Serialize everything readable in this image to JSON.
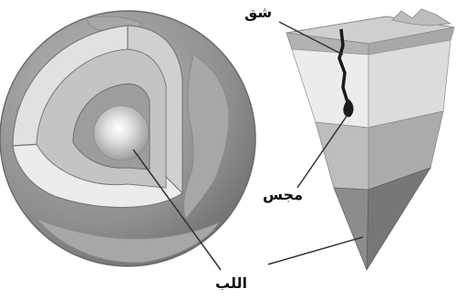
{
  "labels": {
    "crack": "شق",
    "magma_chamber": "مجس",
    "core": "اللب"
  },
  "colors": {
    "ocean": "#8f8f8f",
    "land": "#a4a4a4",
    "crust_cut": "#e2e2e2",
    "outer_layer": "#c7c7c7",
    "middle_layer": "#9c9c9c",
    "inner_core": "#b9b9b9",
    "leader_line": "#333333",
    "wedge_band_light": "#ececec",
    "wedge_band_mid": "#bdbdbd",
    "wedge_band_dark": "#8c8c8c",
    "magma": "#1a1a1a"
  }
}
